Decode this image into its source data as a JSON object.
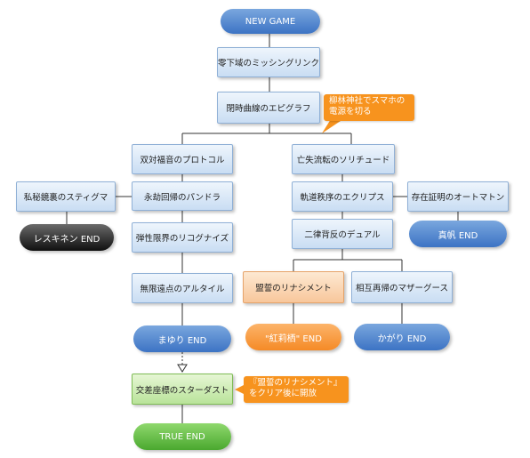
{
  "nodes": {
    "new_game": "NEW GAME",
    "n1": "零下域のミッシングリンク",
    "n2": "閉時曲線のエピグラフ",
    "n3": "双対福音のプロトコル",
    "n4": "亡失流転のソリチュード",
    "n5": "私秘鏡裏のスティグマ",
    "n6": "永劫回帰のパンドラ",
    "n7": "軌道秩序のエクリプス",
    "n8": "存在証明のオートマトン",
    "n9": "弾性限界のリコグナイズ",
    "n10": "二律背反のデュアル",
    "n11": "無限遠点のアルタイル",
    "n12": "盟誓のリナシメント",
    "n13": "相互再帰のマザーグース",
    "n14": "交差座標のスターダスト"
  },
  "endings": {
    "rescue": "レスキネン END",
    "maho": "真帆 END",
    "mayuri": "まゆり END",
    "kurisu": "\"紅莉栖\" END",
    "kagari": "かがり END",
    "true_end": "TRUE END"
  },
  "notes": {
    "yanagibayashi_line1": "柳林神社でスマホの",
    "yanagibayashi_line2": "電源を切る",
    "unlock_line1": "『盟誓のリナシメント』",
    "unlock_line2": "をクリア後に開放"
  },
  "colors": {
    "line": "#333333",
    "note": "#f7931e",
    "node_border": "#8fb0d6"
  }
}
